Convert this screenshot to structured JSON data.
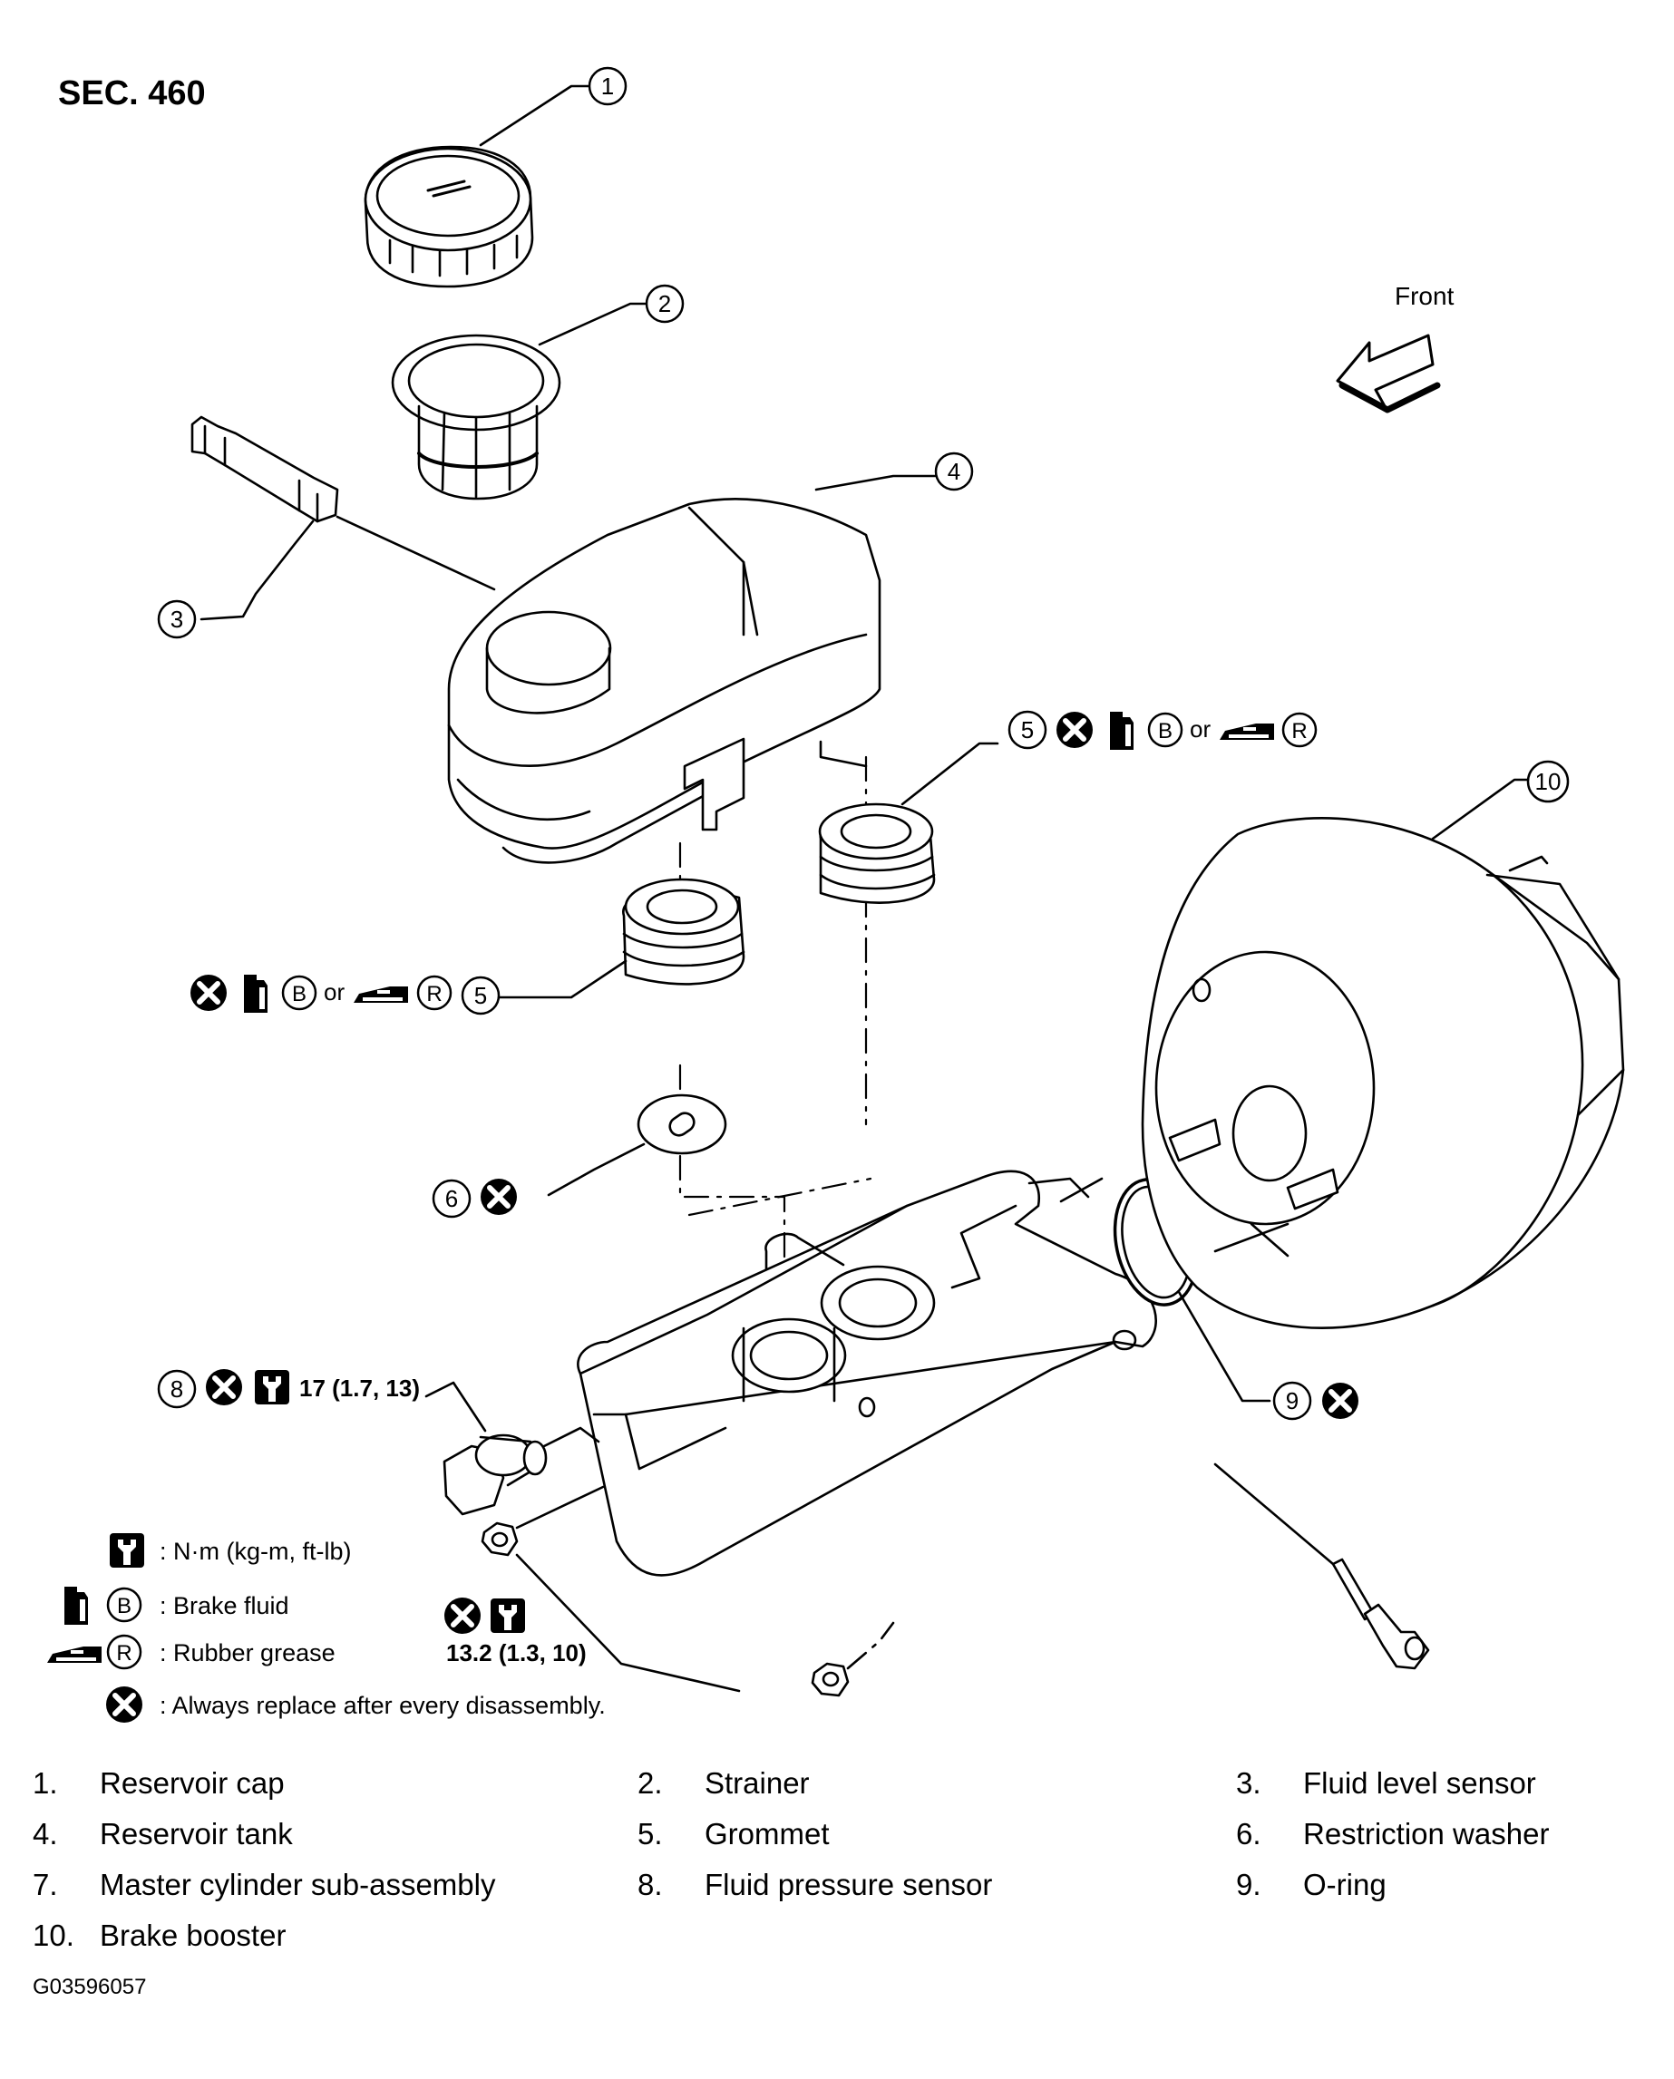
{
  "section_title": "SEC. 460",
  "front_label": "Front",
  "callouts": [
    "1",
    "2",
    "3",
    "4",
    "5",
    "5",
    "6",
    "8",
    "9",
    "10"
  ],
  "torque_specs": {
    "fluid_pressure_sensor": "17 (1.7, 13)",
    "nut": "13.2 (1.3, 10)"
  },
  "or_word": "or",
  "legend_letters": {
    "brake_fluid": "B",
    "rubber_grease": "R"
  },
  "legend": [
    {
      "icon": "torque-wrench-icon",
      "text": ": N·m (kg-m, ft-lb)"
    },
    {
      "icon": "brake-fluid-icon",
      "text": ": Brake fluid"
    },
    {
      "icon": "rubber-grease-icon",
      "text": ": Rubber grease"
    },
    {
      "icon": "replace-x-icon",
      "text": ": Always replace after every disassembly."
    }
  ],
  "parts": [
    {
      "num": "1.",
      "name": "Reservoir cap"
    },
    {
      "num": "2.",
      "name": "Strainer"
    },
    {
      "num": "3.",
      "name": "Fluid level sensor"
    },
    {
      "num": "4.",
      "name": "Reservoir tank"
    },
    {
      "num": "5.",
      "name": "Grommet"
    },
    {
      "num": "6.",
      "name": "Restriction washer"
    },
    {
      "num": "7.",
      "name": "Master cylinder sub-assembly"
    },
    {
      "num": "8.",
      "name": "Fluid pressure sensor"
    },
    {
      "num": "9.",
      "name": "O-ring"
    },
    {
      "num": "10.",
      "name": "Brake booster"
    }
  ],
  "figure_id": "G03596057"
}
